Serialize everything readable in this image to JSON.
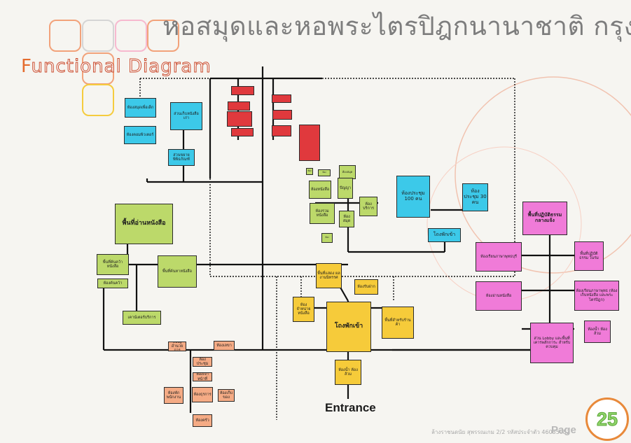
{
  "header": {
    "title": "หอสมุดและหอพระไตรปิฎกนานาชาติ กรุงเทพฯ",
    "subtitle_first": "F",
    "subtitle_rest": "unctional Diagram"
  },
  "diagram": {
    "entrance_label": "Entrance",
    "footer_text": "ล้างราชนดนัย สุพรรณเกม  2/2 รหัสประจำตัว 46035052",
    "page_word": "Page",
    "page_number": "25",
    "colors": {
      "blue": "#3cc9e9",
      "red": "#e0393d",
      "green": "#bcd96a",
      "pink": "#f07bd8",
      "yellow": "#f6cb3a",
      "salmon": "#f5ab85",
      "accent": "#e46c2e"
    },
    "boxes": {
      "reading_area": "พื้นที่อ่านหนังสือ",
      "meeting_100": "ห้องประชุม 100 คน",
      "meeting_30": "ห้องประชุม 30 คน",
      "hall_small": "โถงพักเข้า",
      "hall_main": "โถงพักเข้า",
      "activity_outdoor": "พื้นที่ปฏิบัติธรรม กลางแจ้ง",
      "activity_indoor": "พื้นที่ปฏิบัติธรรม ในร่ม",
      "pink_left_1": "ห้องเรียนภาษาพุทธบุรี",
      "pink_left_2": "ห้องอ่านหนังสือ",
      "pink_right_2": "ห้องเรียนภาษาพุทธ (ห้องเก็บหนังสือ และพระไตรปิฎก)",
      "lobby": "ส่วน Lobby และพื้นที่เคารพสักการะ สำหรับควบคุม",
      "toilet": "ห้องน้ำ ห้องส้วม",
      "blue_1": "ห้องสมุดเพื่อเด็ก",
      "blue_2": "ส่วนเก็บหนังสือเก่า",
      "blue_3": "ห้องคอมพิวเตอร์",
      "blue_4": "ส่วนขยาย พิพิธภัณฑ์",
      "green_s1": "พื้นที่ค้นคว้าหนังสือ",
      "green_s2": "ห้องค้นคว้า",
      "green_s3": "พื้นที่ค้นหาหนังสือ",
      "green_s4": "เคาน์เตอร์บริการ",
      "green_top_1": "ห้อง",
      "green_top_2": "ห้อง",
      "green_top_3": "ห้องสมุด",
      "green_mid_1": "ห้องหนังสือ",
      "green_mid_2": "ปัญญา",
      "green_mid_3": "ห้องรวมหนังสือ",
      "green_mid_4": "ห้องสมุด",
      "green_mid_5": "ห้องบริการ",
      "green_low": "ห้อง",
      "yellow_1": "พื้นที่แสดง ผลงานนิทรรศ",
      "yellow_2": "ห้องรับฝาก",
      "yellow_3": "ห้องน้ำ ห้องส้วม",
      "yellow_4": "พื้นที่สำหรับร้านค้า",
      "yellow_5": "ห้องจำหน่าย หนังสือ",
      "salmon_1": "ห้องผู้อำนวยการ",
      "salmon_2": "ห้องเลขา",
      "salmon_3": "ห้องประชุม",
      "salmon_4": "ห้องเจ้าหน้าที่",
      "salmon_5": "ห้องพักพนักงาน",
      "salmon_6": "ห้องธุรการ",
      "salmon_7": "ห้องเก็บของ",
      "salmon_8": "ห้องครัว",
      "red_1": "",
      "red_2": "",
      "red_3": "",
      "red_4": "",
      "red_5": "",
      "red_6": "",
      "red_7": "",
      "red_8": ""
    }
  }
}
